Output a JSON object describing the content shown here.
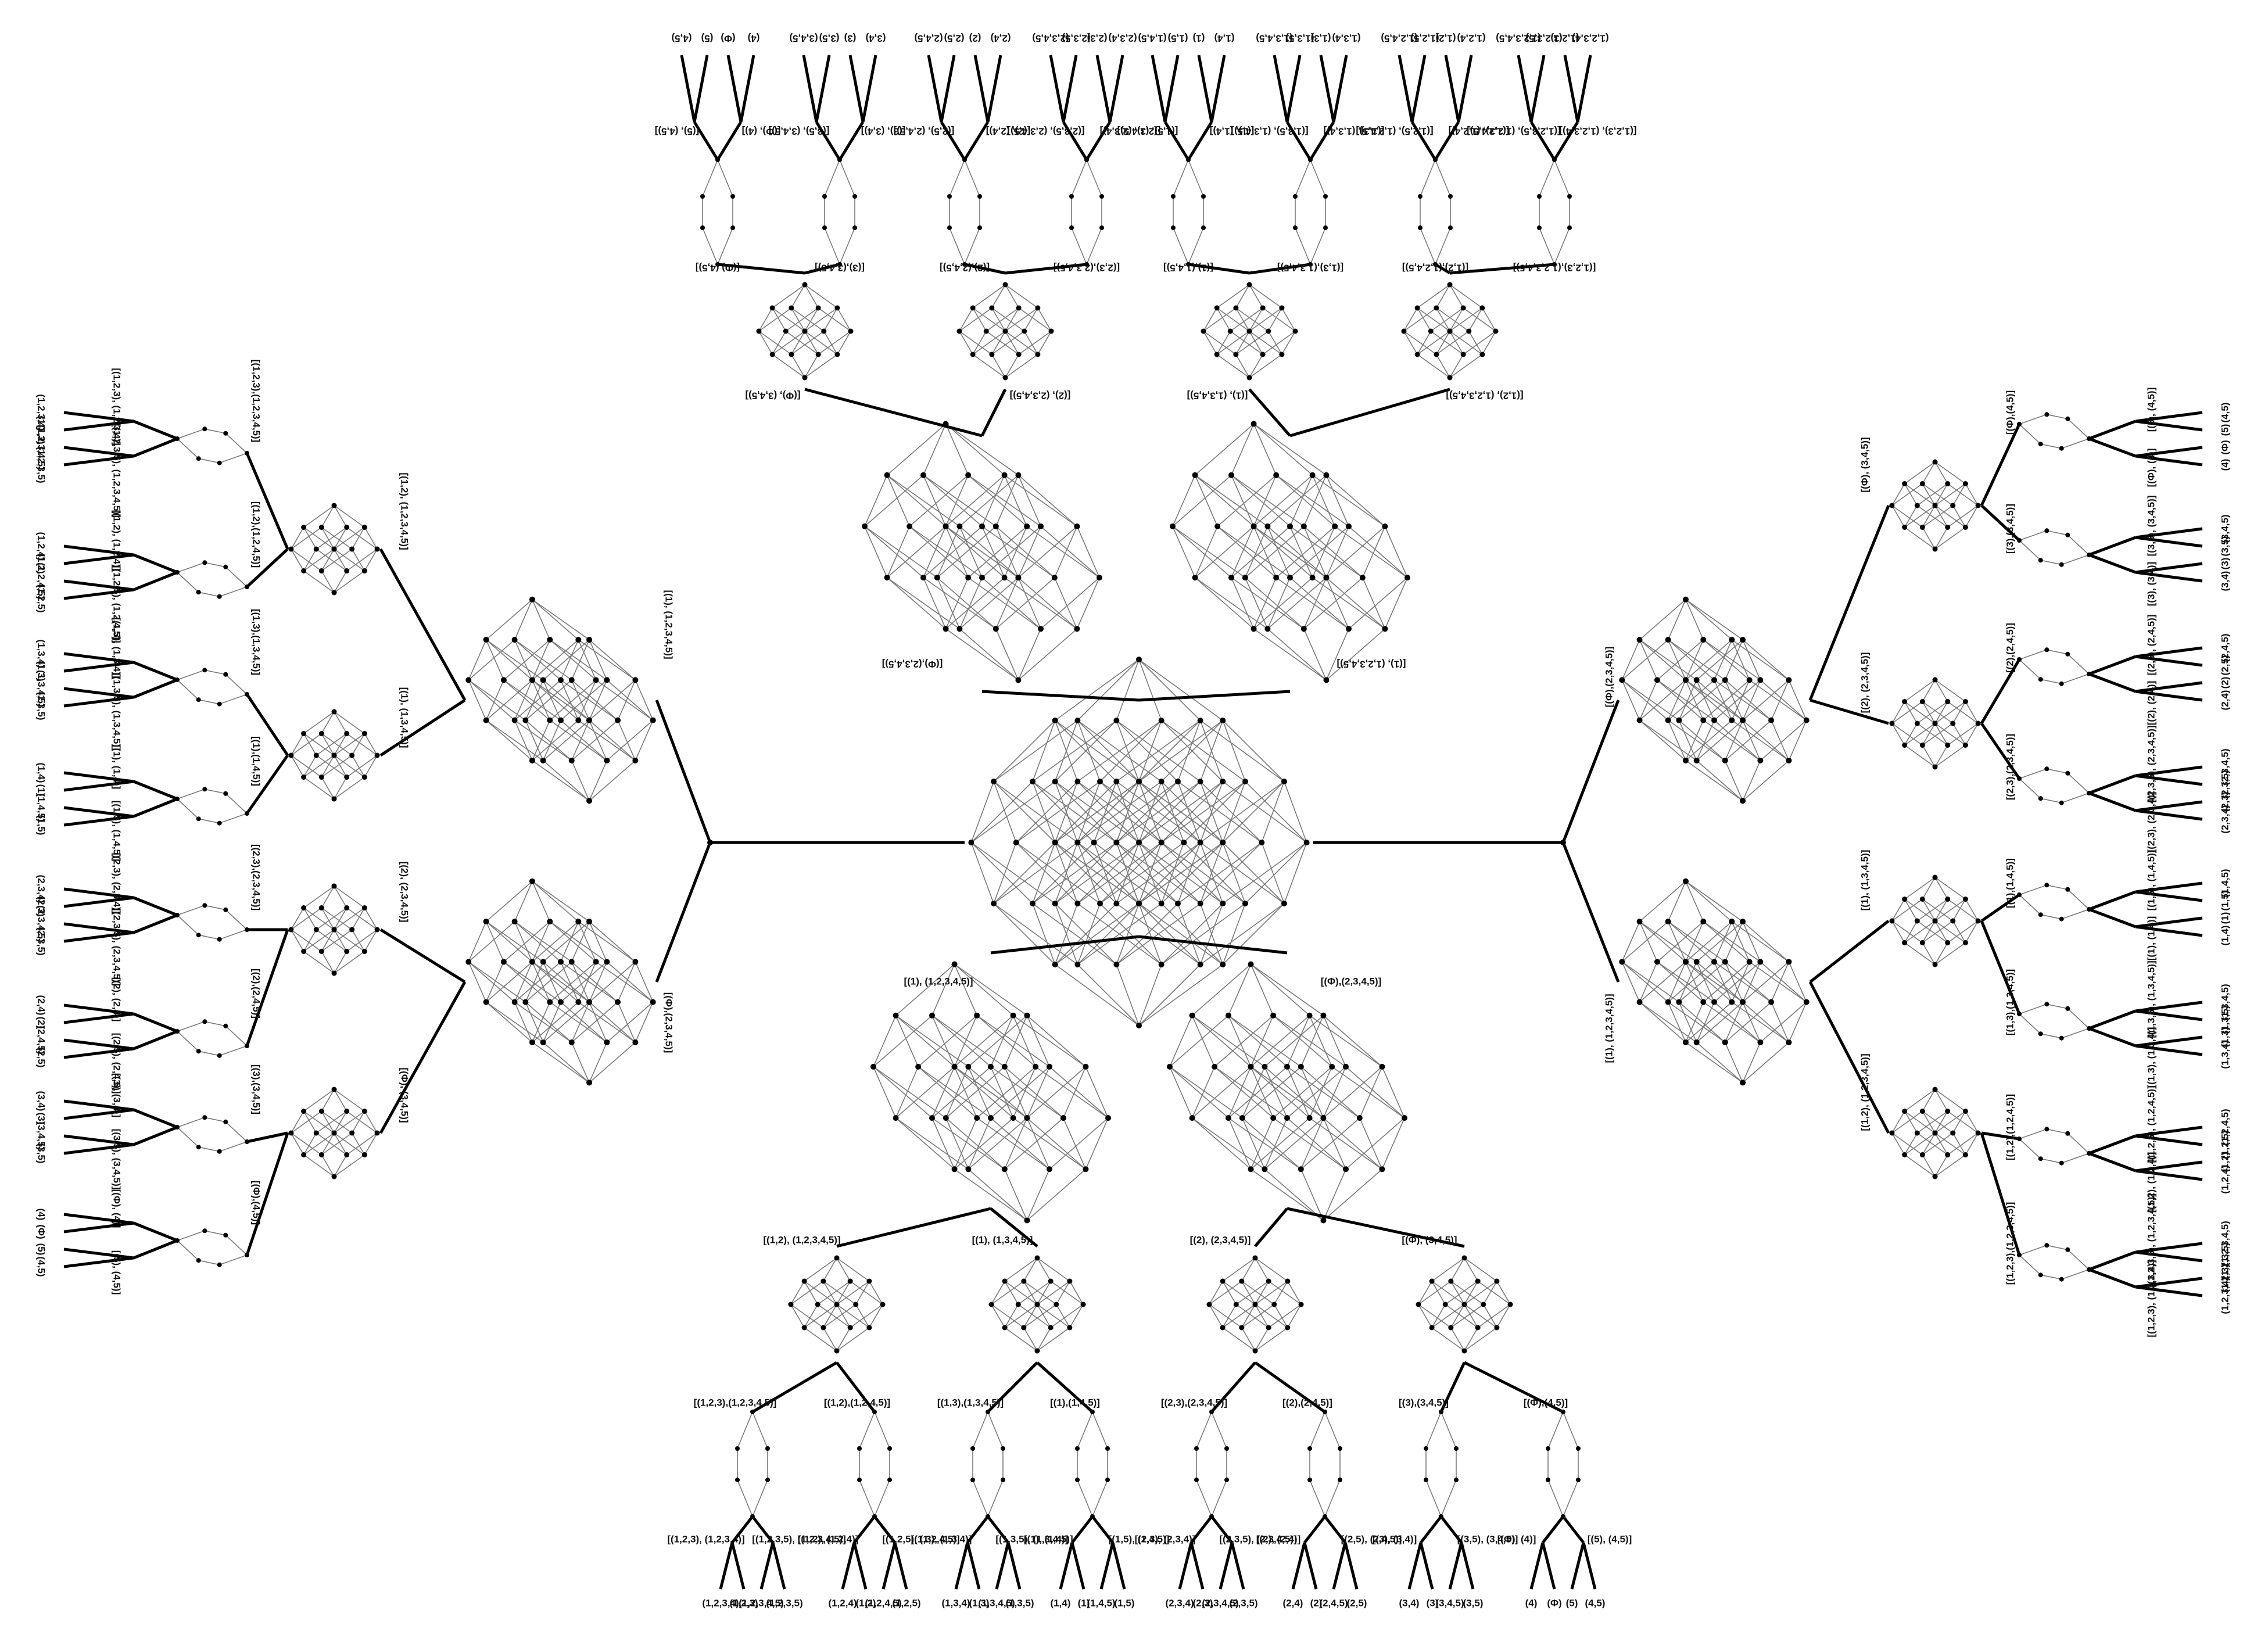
{
  "diagram": {
    "top_branch": {
      "sub_nodes": [
        "[(Φ), (3,4,5)]",
        "[(2), (2,3,4,5)]",
        "[(1), (1,3,4,5)]",
        "[(1,2), (1,2,3,4,5)]",
        "[(Φ),(2,3,4,5)]",
        "[(1), (1,2,3,4,5)]"
      ],
      "nodes": [
        {
          "label": "[(Φ),(4,5)]",
          "children": [
            {
              "label": "[(5), (4,5)]",
              "leaves": [
                "(4,5)",
                "(5)"
              ]
            },
            {
              "label": "[(Φ), (4)]",
              "leaves": [
                "(Φ)",
                "(4)"
              ]
            }
          ]
        },
        {
          "label": "[(3),(3,4,5)]",
          "children": [
            {
              "label": "[(3,5), (3,4,5)]",
              "leaves": [
                "(3,4,5)",
                "(3,5)"
              ]
            },
            {
              "label": "[(3), (3,4)]",
              "leaves": [
                "(3)",
                "(3,4)"
              ]
            }
          ]
        },
        {
          "label": "[(2),(2,4,5)]",
          "children": [
            {
              "label": "[(2,5), (2,4,5)]",
              "leaves": [
                "(2,4,5)",
                "(2,5)"
              ]
            },
            {
              "label": "[(2), (2,4)]",
              "leaves": [
                "(2)",
                "(2,4)"
              ]
            }
          ]
        },
        {
          "label": "[(2,3),(2,3,4,5)]",
          "children": [
            {
              "label": "[(2,3,5), (2,3,4,5)]",
              "leaves": [
                "(2,3,4,5)",
                "(2,3,5)"
              ]
            },
            {
              "label": "[(2,3), (2,3,4)]",
              "leaves": [
                "(2,3)",
                "(2,3,4)"
              ]
            }
          ]
        },
        {
          "label": "[(1),(1,4,5)]",
          "children": [
            {
              "label": "[(1,5), (1,4,5)]",
              "leaves": [
                "(1,4,5)",
                "(1,5)"
              ]
            },
            {
              "label": "[(1), (1,4)]",
              "leaves": [
                "(1)",
                "(1,4)"
              ]
            }
          ]
        },
        {
          "label": "[(1,3),(1,3,4,5)]",
          "children": [
            {
              "label": "[(1,3,5), (1,3,4,5)]",
              "leaves": [
                "(1,3,4,5)",
                "(1,3,5)"
              ]
            },
            {
              "label": "[(1,3), (1,3,4)]",
              "leaves": [
                "(1,3)",
                "(1,3,4)"
              ]
            }
          ]
        },
        {
          "label": "[(1,2),(1,2,4,5)]",
          "children": [
            {
              "label": "[(1,2,5), (1,2,4,5)]",
              "leaves": [
                "(1,2,4,5)",
                "(1,2,5)"
              ]
            },
            {
              "label": "[(1,2), (1,2,4)]",
              "leaves": [
                "(1,2)",
                "(1,2,4)"
              ]
            }
          ]
        },
        {
          "label": "[(1,2,3),(1,2,3,4,5)]",
          "children": [
            {
              "label": "[(1,2,3,5), (1,2,3,4,5)]",
              "leaves": [
                "(1,2,3,4,5)",
                "(1,2,3,5)"
              ]
            },
            {
              "label": "[(1,2,3), (1,2,3,4)]",
              "leaves": [
                "(1,2,3)",
                "(1,2,3,4)"
              ]
            }
          ]
        }
      ]
    },
    "bottom_branch": {
      "sub_nodes": [
        "[(1,2), (1,2,3,4,5)]",
        "[(1), (1,3,4,5)]",
        "[(2), (2,3,4,5)]",
        "[(Φ), (3,4,5)]",
        "[(1), (1,2,3,4,5)]",
        "[(Φ),(2,3,4,5)]"
      ],
      "nodes": [
        {
          "label": "[(1,2,3),(1,2,3,4,5)]",
          "children": [
            {
              "label": "[(1,2,3), (1,2,3,4)]",
              "leaves": [
                "(1,2,3,4)",
                "(1,2,3)"
              ]
            },
            {
              "label": "[(1,2,3,5), (1,2,3,4,5)]",
              "leaves": [
                "(1,2,3,4,5)",
                "(1,2,3,5)"
              ]
            }
          ]
        },
        {
          "label": "[(1,2),(1,2,4,5)]",
          "children": [
            {
              "label": "[(1,2), (1,2,4)]",
              "leaves": [
                "(1,2,4)",
                "(1,2)"
              ]
            },
            {
              "label": "[(1,2,5), (1,2,4,5)]",
              "leaves": [
                "(1,2,4,5)",
                "(1,2,5)"
              ]
            }
          ]
        },
        {
          "label": "[(1,3),(1,3,4,5)]",
          "children": [
            {
              "label": "[(1,3), (1,3,4)]",
              "leaves": [
                "(1,3,4)",
                "(1,3)"
              ]
            },
            {
              "label": "[(1,3,5), (1,3,4,5)]",
              "leaves": [
                "(1,3,4,5)",
                "(1,3,5)"
              ]
            }
          ]
        },
        {
          "label": "[(1),(1,4,5)]",
          "children": [
            {
              "label": "[(1), (1,4)]",
              "leaves": [
                "(1,4)",
                "(1)"
              ]
            },
            {
              "label": "[(1,5), (1,4,5)]",
              "leaves": [
                "(1,4,5)",
                "(1,5)"
              ]
            }
          ]
        },
        {
          "label": "[(2,3),(2,3,4,5)]",
          "children": [
            {
              "label": "[(2,3), (2,3,4)]",
              "leaves": [
                "(2,3,4)",
                "(2,3)"
              ]
            },
            {
              "label": "[(2,3,5), (2,3,4,5)]",
              "leaves": [
                "(2,3,4,5)",
                "(2,3,5)"
              ]
            }
          ]
        },
        {
          "label": "[(2),(2,4,5)]",
          "children": [
            {
              "label": "[(2), (2,4)]",
              "leaves": [
                "(2,4)",
                "(2)"
              ]
            },
            {
              "label": "[(2,5), (2,4,5)]",
              "leaves": [
                "(2,4,5)",
                "(2,5)"
              ]
            }
          ]
        },
        {
          "label": "[(3),(3,4,5)]",
          "children": [
            {
              "label": "[(3), (3,4)]",
              "leaves": [
                "(3,4)",
                "(3)"
              ]
            },
            {
              "label": "[(3,5), (3,4,5)]",
              "leaves": [
                "(3,4,5)",
                "(3,5)"
              ]
            }
          ]
        },
        {
          "label": "[(Φ),(4,5)]",
          "children": [
            {
              "label": "[(Φ), (4)]",
              "leaves": [
                "(4)",
                "(Φ)"
              ]
            },
            {
              "label": "[(5), (4,5)]",
              "leaves": [
                "(5)",
                "(4,5)"
              ]
            }
          ]
        }
      ]
    },
    "left_branch": {
      "sub_nodes": [
        "[(1,2), (1,2,3,4,5)]",
        "[(1), (1,3,4,5)]",
        "[(2), (2,3,4,5)]",
        "[(Φ), (3,4,5)]",
        "[(1), (1,2,3,4,5)]",
        "[(Φ),(2,3,4,5)]"
      ],
      "nodes": [
        {
          "label": "[(1,2,3),(1,2,3,4,5)]",
          "children": [
            {
              "label": "[(1,2,3), (1,2,3,4)]",
              "leaves": [
                "(1,2,3,4)",
                "(1,2,3)"
              ]
            },
            {
              "label": "[(1,2,3,5), (1,2,3,4,5)]",
              "leaves": [
                "(1,2,3,4,5)",
                "(1,2,3,5)"
              ]
            }
          ]
        },
        {
          "label": "[(1,2),(1,2,4,5)]",
          "children": [
            {
              "label": "[(1,2), (1,2,4)]",
              "leaves": [
                "(1,2,4)",
                "(1,2)"
              ]
            },
            {
              "label": "[(1,2,5), (1,2,4,5)]",
              "leaves": [
                "(1,2,4,5)",
                "(1,2,5)"
              ]
            }
          ]
        },
        {
          "label": "[(1,3),(1,3,4,5)]",
          "children": [
            {
              "label": "[(1,3), (1,3,4)]",
              "leaves": [
                "(1,3,4)",
                "(1,3)"
              ]
            },
            {
              "label": "[(1,3,5), (1,3,4,5)]",
              "leaves": [
                "(1,3,4,5)",
                "(1,3,5)"
              ]
            }
          ]
        },
        {
          "label": "[(1),(1,4,5)]",
          "children": [
            {
              "label": "[(1), (1,4)]",
              "leaves": [
                "(1,4)",
                "(1)"
              ]
            },
            {
              "label": "[(1,5), (1,4,5)]",
              "leaves": [
                "(1,4,5)",
                "(1,5)"
              ]
            }
          ]
        },
        {
          "label": "[(2,3),(2,3,4,5)]",
          "children": [
            {
              "label": "[(2,3), (2,3,4)]",
              "leaves": [
                "(2,3,4)",
                "(2,3)"
              ]
            },
            {
              "label": "[(2,3,5), (2,3,4,5)]",
              "leaves": [
                "(2,3,4,5)",
                "(2,3,5)"
              ]
            }
          ]
        },
        {
          "label": "[(2),(2,4,5)]",
          "children": [
            {
              "label": "[(2), (2,4)]",
              "leaves": [
                "(2,4)",
                "(2)"
              ]
            },
            {
              "label": "[(2,5), (2,4,5)]",
              "leaves": [
                "(2,4,5)",
                "(2,5)"
              ]
            }
          ]
        },
        {
          "label": "[(3),(3,4,5)]",
          "children": [
            {
              "label": "[(3), (3,4)]",
              "leaves": [
                "(3,4)",
                "(3)"
              ]
            },
            {
              "label": "[(3,5), (3,4,5)]",
              "leaves": [
                "(3,4,5)",
                "(3,5)"
              ]
            }
          ]
        },
        {
          "label": "[(Φ),(4,5)]",
          "children": [
            {
              "label": "[(Φ), (4)]",
              "leaves": [
                "(4)",
                "(Φ)"
              ]
            },
            {
              "label": "[(5), (4,5)]",
              "leaves": [
                "(5)",
                "(4,5)"
              ]
            }
          ]
        }
      ]
    },
    "right_branch": {
      "sub_nodes": [
        "[(Φ), (3,4,5)]",
        "[(2), (2,3,4,5)]",
        "[(1), (1,3,4,5)]",
        "[(1,2), (1,2,3,4,5)]",
        "[(Φ),(2,3,4,5)]",
        "[(1), (1,2,3,4,5)]"
      ],
      "nodes": [
        {
          "label": "[(Φ),(4,5)]",
          "children": [
            {
              "label": "[(5), (4,5)]",
              "leaves": [
                "(4,5)",
                "(5)"
              ]
            },
            {
              "label": "[(Φ), (4)]",
              "leaves": [
                "(Φ)",
                "(4)"
              ]
            }
          ]
        },
        {
          "label": "[(3),(3,4,5)]",
          "children": [
            {
              "label": "[(3,5), (3,4,5)]",
              "leaves": [
                "(3,4,5)",
                "(3,5)"
              ]
            },
            {
              "label": "[(3), (3,4)]",
              "leaves": [
                "(3)",
                "(3,4)"
              ]
            }
          ]
        },
        {
          "label": "[(2),(2,4,5)]",
          "children": [
            {
              "label": "[(2,5), (2,4,5)]",
              "leaves": [
                "(2,4,5)",
                "(2,5)"
              ]
            },
            {
              "label": "[(2), (2,4)]",
              "leaves": [
                "(2)",
                "(2,4)"
              ]
            }
          ]
        },
        {
          "label": "[(2,3),(2,3,4,5)]",
          "children": [
            {
              "label": "[(2,3,5), (2,3,4,5)]",
              "leaves": [
                "(2,3,4,5)",
                "(2,3,5)"
              ]
            },
            {
              "label": "[(2,3), (2,3,4)]",
              "leaves": [
                "(2,3)",
                "(2,3,4)"
              ]
            }
          ]
        },
        {
          "label": "[(1),(1,4,5)]",
          "children": [
            {
              "label": "[(1,5), (1,4,5)]",
              "leaves": [
                "(1,4,5)",
                "(1,5)"
              ]
            },
            {
              "label": "[(1), (1,4)]",
              "leaves": [
                "(1)",
                "(1,4)"
              ]
            }
          ]
        },
        {
          "label": "[(1,3),(1,3,4,5)]",
          "children": [
            {
              "label": "[(1,3,5), (1,3,4,5)]",
              "leaves": [
                "(1,3,4,5)",
                "(1,3,5)"
              ]
            },
            {
              "label": "[(1,3), (1,3,4)]",
              "leaves": [
                "(1,3)",
                "(1,3,4)"
              ]
            }
          ]
        },
        {
          "label": "[(1,2),(1,2,4,5)]",
          "children": [
            {
              "label": "[(1,2,5), (1,2,4,5)]",
              "leaves": [
                "(1,2,4,5)",
                "(1,2,5)"
              ]
            },
            {
              "label": "[(1,2), (1,2,4)]",
              "leaves": [
                "(1,2)",
                "(1,2,4)"
              ]
            }
          ]
        },
        {
          "label": "[(1,2,3),(1,2,3,4,5)]",
          "children": [
            {
              "label": "[(1,2,3,5), (1,2,3,4,5)]",
              "leaves": [
                "(1,2,3,4,5)",
                "(1,2,3,5)"
              ]
            },
            {
              "label": "[(1,2,3), (1,2,3,4)]",
              "leaves": [
                "(1,2,3)",
                "(1,2,3,4)"
              ]
            }
          ]
        }
      ]
    }
  }
}
